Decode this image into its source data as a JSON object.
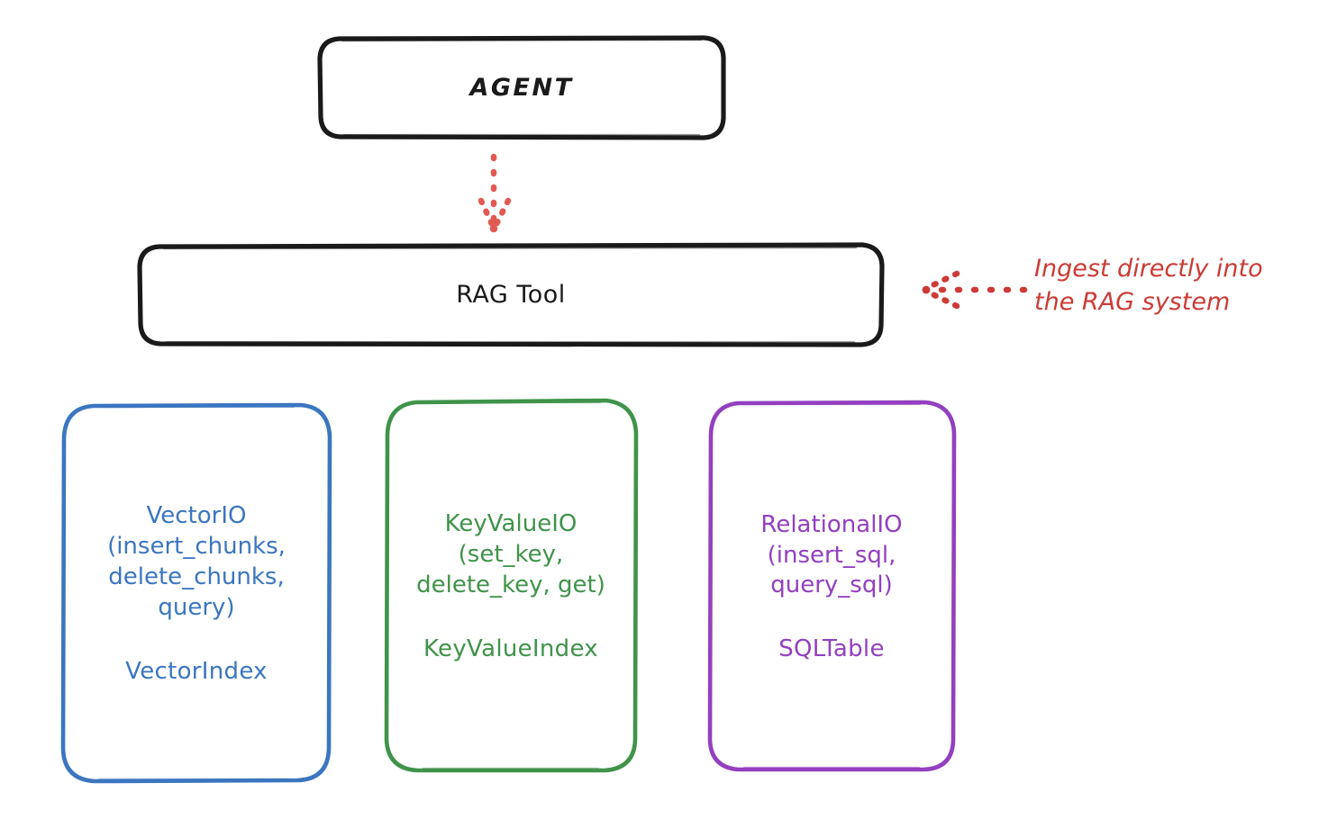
{
  "diagram": {
    "title": "RAG Tool architecture (hand-drawn diagram)",
    "background": "#ffffff",
    "nodes": {
      "agent": {
        "label": "AGENT",
        "stroke": "#1a1a1a"
      },
      "rag_tool": {
        "label": "RAG Tool",
        "stroke": "#1a1a1a"
      },
      "vector_io": {
        "title": "VectorIO\n(insert_chunks,\ndelete_chunks,\nquery)",
        "index": "VectorIndex",
        "stroke": "#3b76c0"
      },
      "key_value_io": {
        "title": "KeyValueIO\n(set_key,\ndelete_key, get)",
        "index": "KeyValueIndex",
        "stroke": "#40934a"
      },
      "relational_io": {
        "title": "RelationalIO\n(insert_sql,\nquery_sql)",
        "index": "SQLTable",
        "stroke": "#9340c0"
      }
    },
    "annotations": {
      "ingest": {
        "text": "Ingest directly into\nthe RAG system",
        "color": "#cc3b36"
      }
    },
    "connectors": {
      "agent_to_rag": {
        "style": "dotted",
        "color": "#e05a52",
        "direction": "down",
        "from": "agent",
        "to": "rag_tool"
      },
      "ingest_to_rag": {
        "style": "dotted",
        "color": "#cc3b36",
        "direction": "left",
        "from": "ingest-annotation",
        "to": "rag_tool"
      }
    }
  }
}
